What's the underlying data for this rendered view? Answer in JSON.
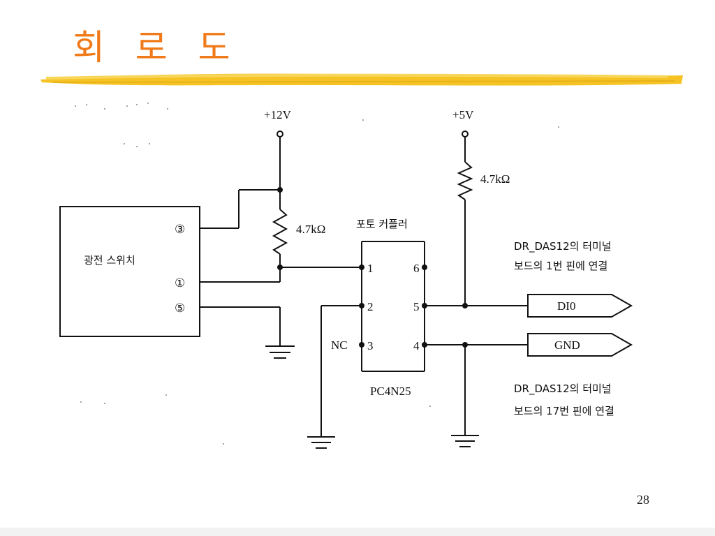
{
  "slide": {
    "title": "회  로  도",
    "page_number": "28"
  },
  "colors": {
    "title": "#f07a1a",
    "accent_stroke": "#f5c324",
    "line": "#111111"
  },
  "schematic": {
    "power_12v": "+12V",
    "power_5v": "+5V",
    "resistor_left": "4.7kΩ",
    "resistor_right": "4.7kΩ",
    "optocoupler_title": "포토  커플러",
    "optocoupler_part": "PC4N25",
    "nc_label": "NC",
    "pins": [
      "1",
      "2",
      "3",
      "6",
      "5",
      "4"
    ],
    "switch": {
      "label": "광전 스위치",
      "terminals": [
        "③",
        "①",
        "⑤"
      ]
    },
    "outputs": {
      "di0": "DI0",
      "gnd": "GND"
    },
    "notes": {
      "di0_line1": "DR_DAS12의 터미널",
      "di0_line2": "보드의 1번 핀에 연결",
      "gnd_line1": "DR_DAS12의 터미널",
      "gnd_line2": "보드의 17번 핀에 연결"
    }
  }
}
